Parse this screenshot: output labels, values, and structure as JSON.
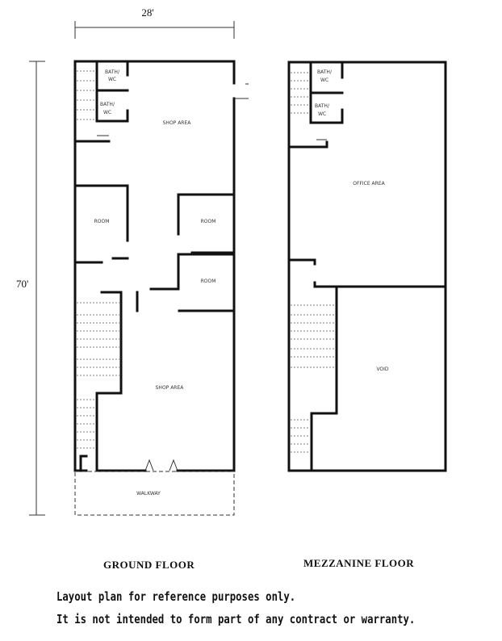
{
  "dimensions": {
    "width": "28'",
    "length": "70'"
  },
  "ground_floor": {
    "title": "GROUND FLOOR",
    "labels": {
      "bath1": [
        "BATH/",
        "WC"
      ],
      "bath2": [
        "BATH/",
        "WC"
      ],
      "shop_top": "SHOP AREA",
      "room_left": "ROOM",
      "room_right_upper": "ROOM",
      "room_right_lower": "ROOM",
      "shop_bottom": "SHOP AREA",
      "walkway": "WALKWAY"
    }
  },
  "mezzanine_floor": {
    "title": "MEZZANINE FLOOR",
    "labels": {
      "bath1": [
        "BATH/",
        "WC"
      ],
      "bath2": [
        "BATH/",
        "WC"
      ],
      "office": "OFFICE AREA",
      "void": "VOID"
    }
  },
  "notes": [
    "Layout plan for reference purposes only.",
    "It is not intended to form part of any contract or warranty."
  ]
}
